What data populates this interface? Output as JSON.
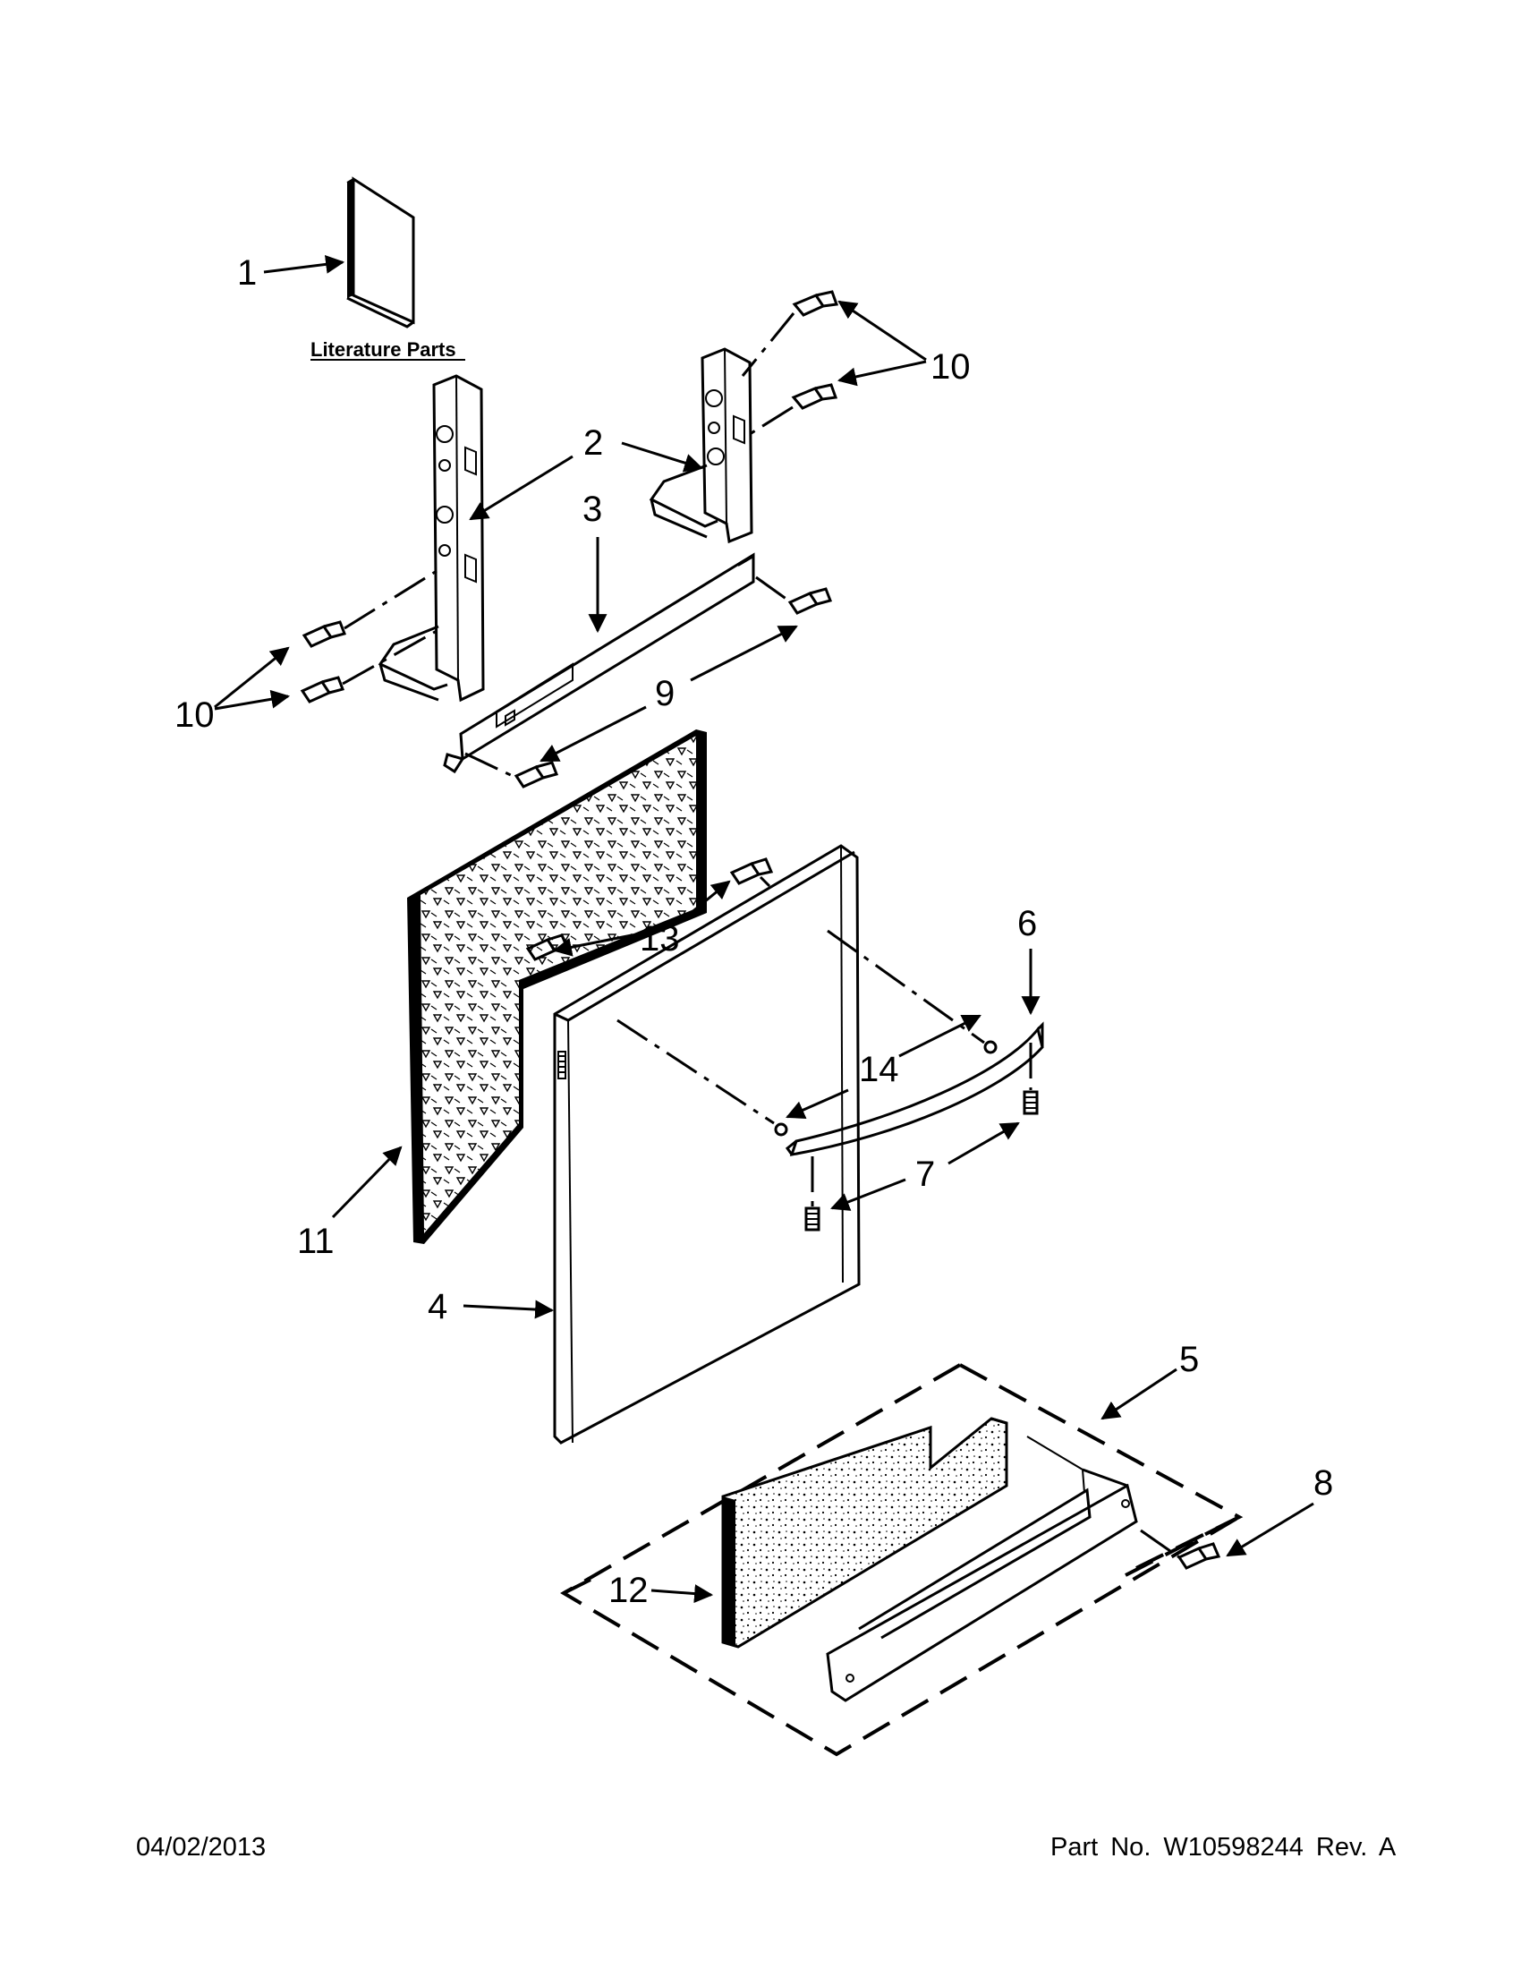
{
  "literature_label": "Literature Parts",
  "callouts": {
    "c1": "1",
    "c2": "2",
    "c3": "3",
    "c4": "4",
    "c5": "5",
    "c6": "6",
    "c7": "7",
    "c8": "8",
    "c9": "9",
    "c10a": "10",
    "c10b": "10",
    "c11": "11",
    "c12": "12",
    "c13": "13",
    "c14": "14"
  },
  "footer": {
    "date": "04/02/2013",
    "part": "Part No.  W10598244  Rev.  A"
  }
}
